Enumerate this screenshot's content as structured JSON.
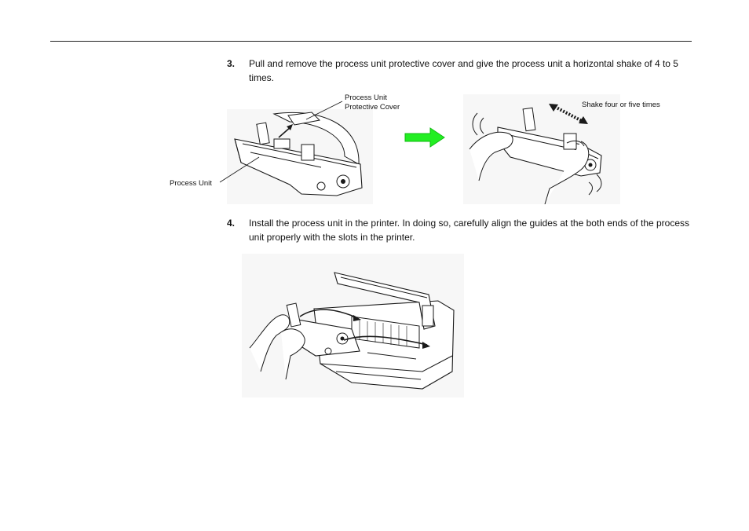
{
  "steps": [
    {
      "number": "3.",
      "text": "Pull and remove the process unit protective cover and give the process unit a horizontal shake of 4 to 5 times."
    },
    {
      "number": "4.",
      "text": "Install the process unit in the printer. In doing so, carefully align the guides at the both ends of the process unit properly with the slots in the printer."
    }
  ],
  "figure1": {
    "cover_label_line1": "Process Unit",
    "cover_label_line2": "Protective Cover",
    "unit_label": "Process Unit"
  },
  "figure2": {
    "shake_label": "Shake four or five times"
  },
  "colors": {
    "arrow": "#22ee22",
    "line": "#1a1a1a",
    "figure_bg": "#f7f7f7"
  }
}
